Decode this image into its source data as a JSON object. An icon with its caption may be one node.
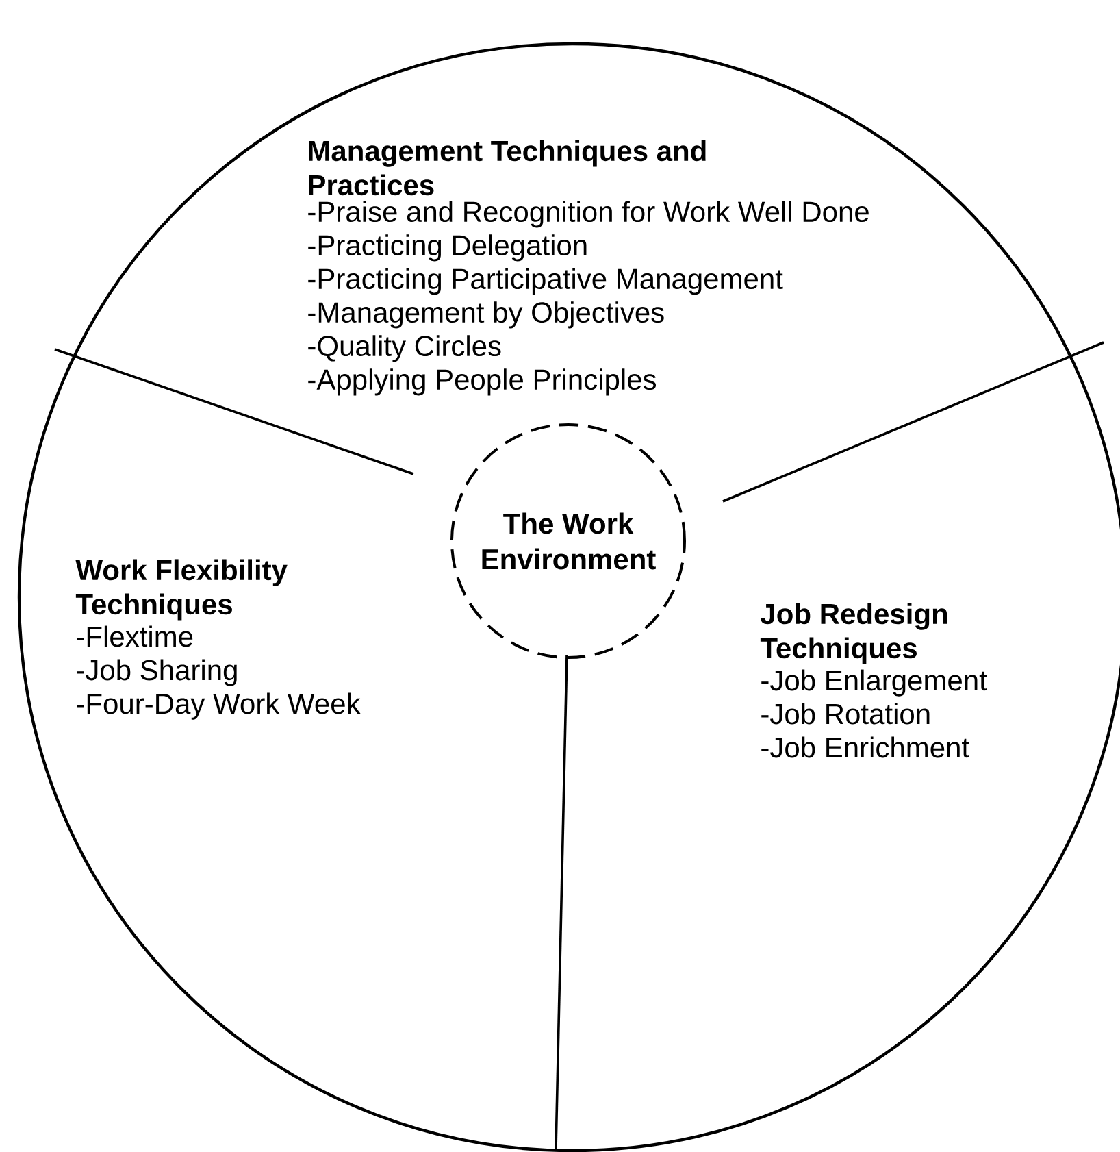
{
  "diagram": {
    "nodes": [
      {
        "text": [],
        "shape": "circle"
      },
      {
        "text": [
          "Management Techniques and Practices",
          "-Praise and Recognition for Work Well Done",
          "-Practicing Delegation",
          "-Practicing Participative Management",
          "-Management by Objectives",
          "-Quality Circles",
          "-Applying People Principles"
        ],
        "in": 0
      },
      {
        "text": [
          "Work Flexibility Techniques",
          "-Flextime",
          "-Job Sharing",
          "-Four-Day Work Week"
        ],
        "in": 0
      },
      {
        "text": [
          "The Work Environment"
        ],
        "in": 0
      },
      {
        "text": [
          "Job Redesign Techniques",
          "-Job Enlargement",
          "-Job Rotation",
          "-Job Enrichment"
        ],
        "in": 0
      }
    ]
  }
}
